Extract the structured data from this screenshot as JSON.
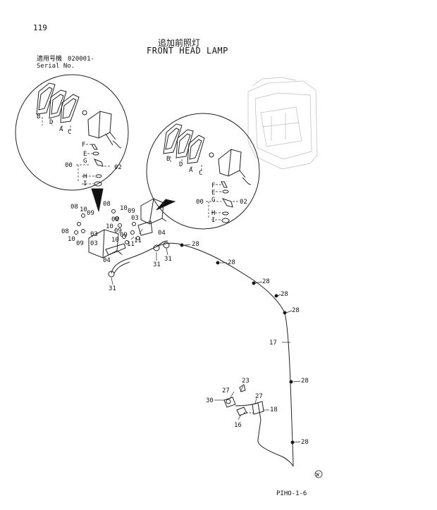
{
  "page_number": "119",
  "title_japanese": "追加前照灯",
  "title_english": "FRONT HEAD LAMP",
  "serial_label_japanese": "適用号機",
  "serial_label_english": "Serial No.",
  "serial_value": "020001-",
  "footer_code": "PIHO-1-6",
  "callouts": {
    "A": "A",
    "B": "B",
    "C": "C",
    "D": "D",
    "E": "E",
    "F": "F",
    "G": "G",
    "H": "H",
    "I": "I",
    "p00": "00",
    "p02": "02",
    "p03": "03",
    "p04": "04",
    "p08": "08",
    "p09": "09",
    "p10": "10",
    "p11": "11",
    "p16": "16",
    "p17": "17",
    "p18": "18",
    "p23": "23",
    "p27": "27",
    "p28": "28",
    "p30": "30",
    "p31": "31"
  },
  "stamp_symbol": "W"
}
